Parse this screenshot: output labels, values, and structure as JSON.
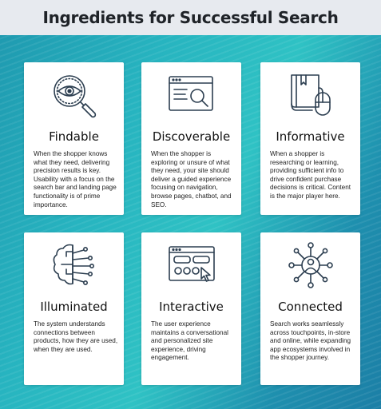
{
  "page": {
    "title": "Ingredients for Successful Search",
    "colors": {
      "header_bg": "#e7eaef",
      "background_teal": "#23a8b8",
      "icon_stroke": "#2c3e50",
      "card": "#ffffff"
    }
  },
  "cards": [
    {
      "title": "Findable",
      "icon": "magnifier-eye-icon",
      "text": "When the shopper knows what they need, delivering precision results is key. Usability with a focus on the search bar and landing page functionality is of prime importance."
    },
    {
      "title": "Discoverable",
      "icon": "browser-search-icon",
      "text": "When the shopper is exploring or unsure of what they need, your site should deliver a guided experience focusing on navigation, browse pages, chatbot, and SEO."
    },
    {
      "title": "Informative",
      "icon": "book-mouse-icon",
      "text": "When a shopper is researching or learning, providing sufficient info to drive confident purchase decisions is critical. Content is the major player here."
    },
    {
      "title": "Illuminated",
      "icon": "brain-circuit-icon",
      "text": "The system understands connections between products, how they are used, when they are used."
    },
    {
      "title": "Interactive",
      "icon": "interface-cursor-icon",
      "text": "The user experience maintains a conversational and personalized site experience, driving engagement."
    },
    {
      "title": "Connected",
      "icon": "network-person-icon",
      "text": "Search works seamlessly across touchpoints, in-store and online, while expanding app ecosystems involved in the shopper journey."
    }
  ]
}
